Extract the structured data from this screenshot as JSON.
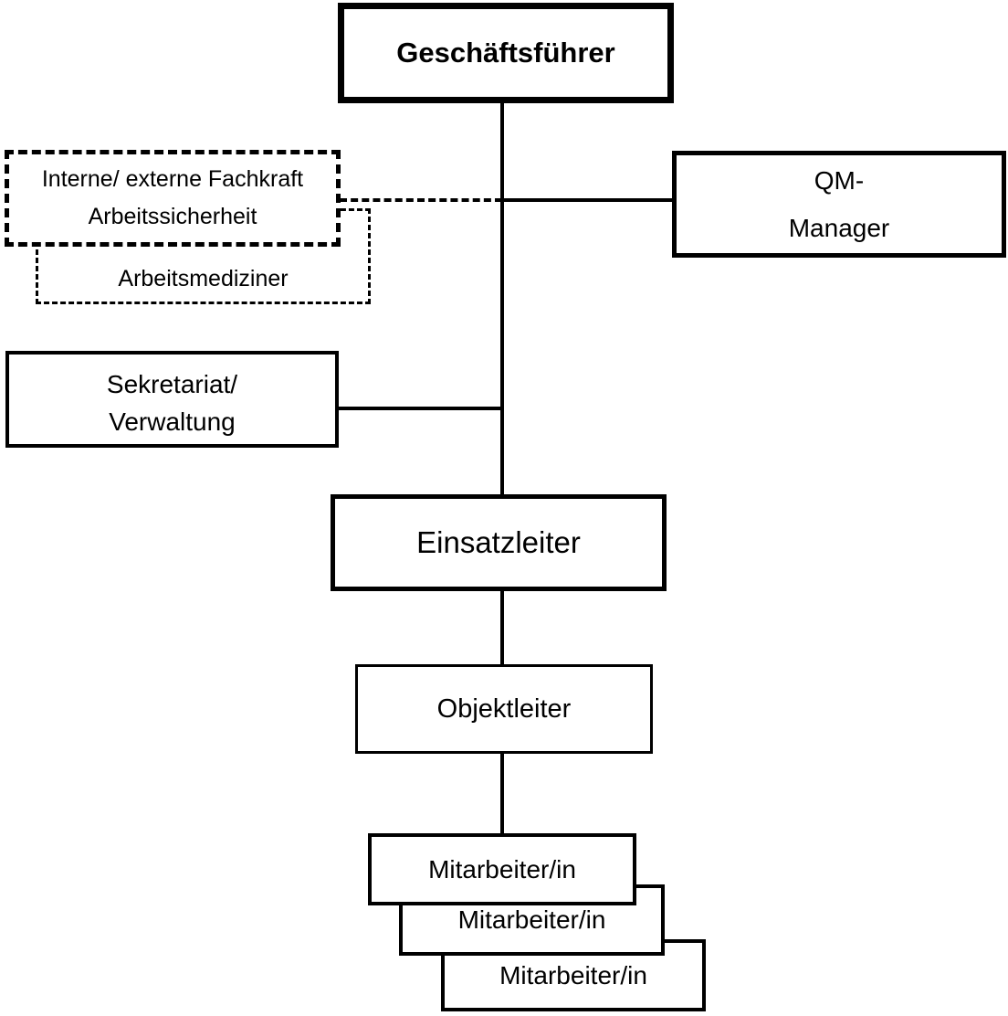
{
  "diagram": {
    "type": "org-chart",
    "nodes": {
      "geschaeftsfuehrer": {
        "label": "Geschäftsführer"
      },
      "fachkraft_arbeitssicherheit": {
        "line1": "Interne/ externe Fachkraft",
        "line2": "Arbeitssicherheit"
      },
      "arbeitsmediziner": {
        "label": "Arbeitsmediziner"
      },
      "qm_manager": {
        "line1": "QM-",
        "line2": "Manager"
      },
      "sekretariat_verwaltung": {
        "line1": "Sekretariat/",
        "line2": "Verwaltung"
      },
      "einsatzleiter": {
        "label": "Einsatzleiter"
      },
      "objektleiter": {
        "label": "Objektleiter"
      },
      "mitarbeiter_1": {
        "label": "Mitarbeiter/in"
      },
      "mitarbeiter_2": {
        "label": "Mitarbeiter/in"
      },
      "mitarbeiter_3": {
        "label": "Mitarbeiter/in"
      }
    },
    "edges": [
      {
        "from": "geschaeftsfuehrer",
        "to": "einsatzleiter",
        "style": "solid"
      },
      {
        "from": "fachkraft_arbeitssicherheit",
        "to": "geschaeftsfuehrer-einsatzleiter-trunk",
        "style": "dashed"
      },
      {
        "from": "qm_manager",
        "to": "geschaeftsfuehrer-einsatzleiter-trunk",
        "style": "solid"
      },
      {
        "from": "sekretariat_verwaltung",
        "to": "geschaeftsfuehrer-einsatzleiter-trunk",
        "style": "solid"
      },
      {
        "from": "einsatzleiter",
        "to": "objektleiter",
        "style": "solid"
      },
      {
        "from": "objektleiter",
        "to": "mitarbeiter_1",
        "style": "solid"
      }
    ]
  },
  "colors": {
    "background": "#ffffff",
    "line": "#000000",
    "text": "#000000"
  }
}
